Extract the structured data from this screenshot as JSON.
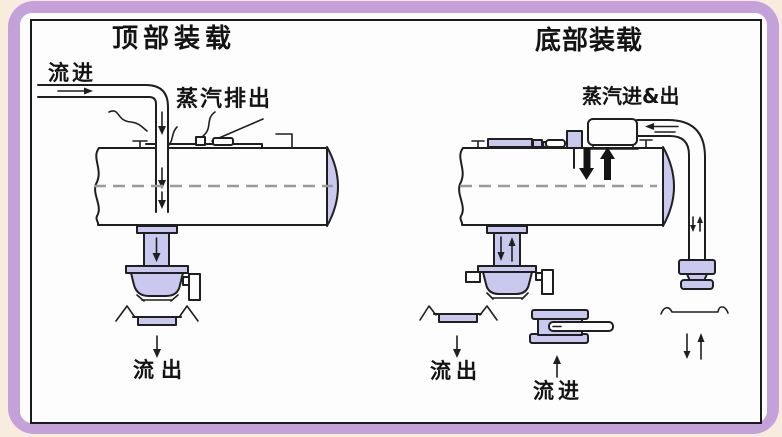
{
  "panels": {
    "left": {
      "title": "顶部装载",
      "flow_in": "流进",
      "vapor_out": "蒸汽排出",
      "flow_out": "流出"
    },
    "right": {
      "title": "底部装载",
      "vapor_in_out": "蒸汽进&出",
      "flow_out": "流出",
      "flow_in": "流进"
    }
  },
  "colors": {
    "background": "#f8ecdf",
    "frame_band": "#c4a2d9",
    "panel": "#fdfdfd",
    "diagram_border": "#1b1b1b",
    "component_fill": "#c9c8ee",
    "line": "#1f1f1f",
    "centerline_dash": "#9a9a9a"
  }
}
